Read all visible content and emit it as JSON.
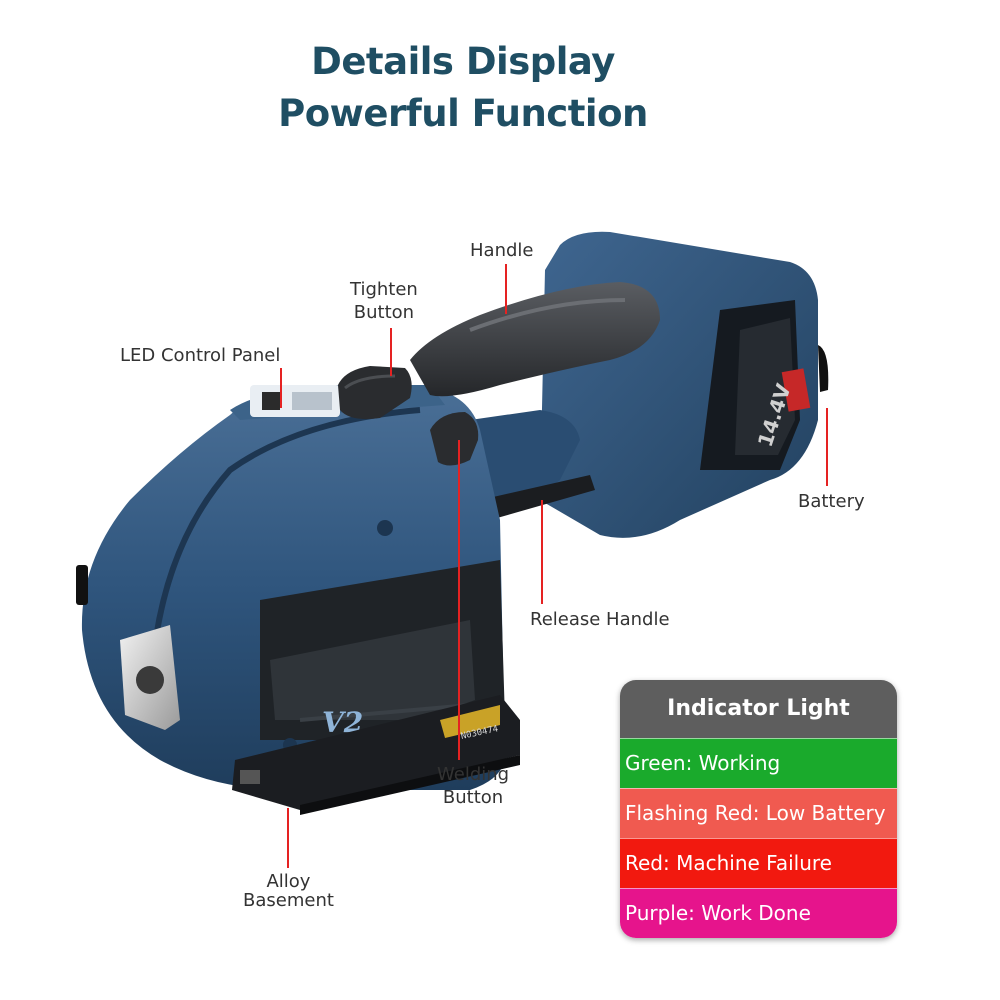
{
  "header": {
    "line1": "Details Display",
    "line2": "Powerful Function"
  },
  "device": {
    "badge_text": "V2",
    "battery_text": "14.4V"
  },
  "callouts": {
    "handle": "Handle",
    "tighten_line1": "Tighten",
    "tighten_line2": "Button",
    "led_panel": "LED Control Panel",
    "battery": "Battery",
    "release_handle": "Release Handle",
    "welding_line1": "Welding",
    "welding_line2": "Button",
    "alloy_line1": "Alloy",
    "alloy_line2": "Basement"
  },
  "indicator": {
    "title": "Indicator Light",
    "rows": [
      {
        "label": "Green: Working",
        "color": "#1aaa2c"
      },
      {
        "label": "Flashing Red: Low Battery",
        "color": "#f05a50"
      },
      {
        "label": "Red: Machine Failure",
        "color": "#f2190f"
      },
      {
        "label": "Purple: Work Done",
        "color": "#e6148c"
      }
    ]
  },
  "colors": {
    "title": "#1f4e63",
    "body_blue": "#2d5278",
    "callout_line": "#e52222"
  }
}
